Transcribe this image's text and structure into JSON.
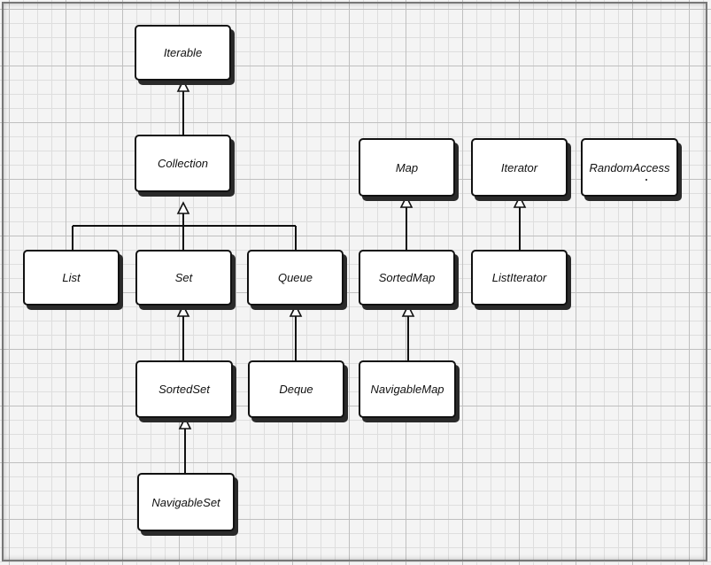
{
  "diagram": {
    "nodes": {
      "iterable": "Iterable",
      "collection": "Collection",
      "list": "List",
      "set": "Set",
      "queue": "Queue",
      "sorted_set": "SortedSet",
      "deque": "Deque",
      "navigable_set": "NavigableSet",
      "map": "Map",
      "sorted_map": "SortedMap",
      "navigable_map": "NavigableMap",
      "iterator": "Iterator",
      "list_iterator": "ListIterator",
      "random_access": "RandomAccess"
    },
    "edges": [
      {
        "from": "collection",
        "to": "iterable"
      },
      {
        "from": "list",
        "to": "collection"
      },
      {
        "from": "set",
        "to": "collection"
      },
      {
        "from": "queue",
        "to": "collection"
      },
      {
        "from": "sorted_set",
        "to": "set"
      },
      {
        "from": "navigable_set",
        "to": "sorted_set"
      },
      {
        "from": "deque",
        "to": "queue"
      },
      {
        "from": "sorted_map",
        "to": "map"
      },
      {
        "from": "navigable_map",
        "to": "sorted_map"
      },
      {
        "from": "list_iterator",
        "to": "iterator"
      }
    ]
  }
}
